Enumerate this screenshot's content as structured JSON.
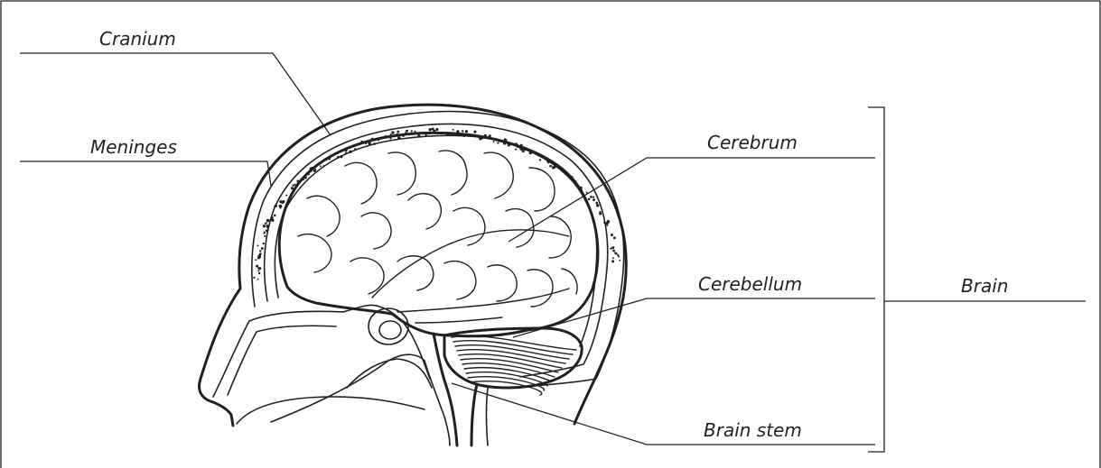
{
  "labels": {
    "cranium": "Cranium",
    "meninges": "Meninges",
    "cerebrum": "Cerebrum",
    "cerebellum": "Cerebellum",
    "brain_stem": "Brain stem",
    "brain": "Brain"
  },
  "colors": {
    "ink": "#231f20",
    "background": "#ffffff"
  }
}
